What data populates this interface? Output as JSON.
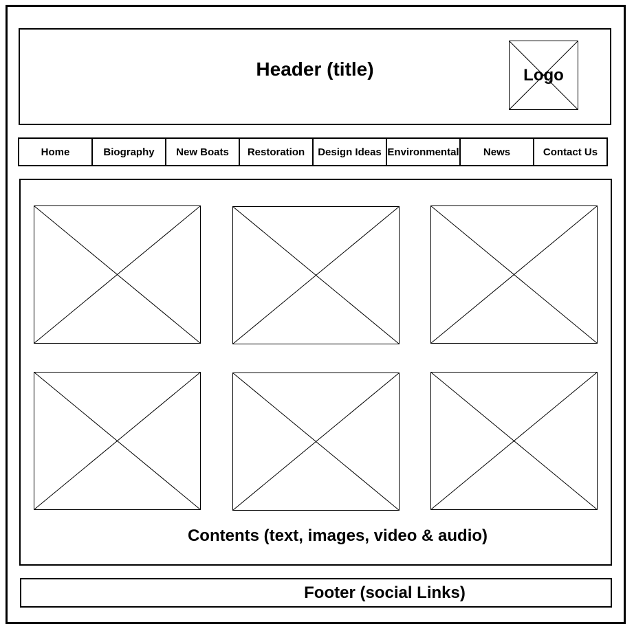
{
  "header": {
    "title": "Header (title)",
    "logo_label": "Logo"
  },
  "nav": {
    "items": [
      {
        "label": "Home"
      },
      {
        "label": "Biography"
      },
      {
        "label": "New Boats"
      },
      {
        "label": "Restoration"
      },
      {
        "label": "Design Ideas"
      },
      {
        "label": "Environmental"
      },
      {
        "label": "News"
      },
      {
        "label": "Contact Us"
      }
    ]
  },
  "content": {
    "label": "Contents (text, images, video & audio)",
    "placeholders": [
      {
        "icon": "image-placeholder-icon"
      },
      {
        "icon": "image-placeholder-icon"
      },
      {
        "icon": "image-placeholder-icon"
      },
      {
        "icon": "image-placeholder-icon"
      },
      {
        "icon": "image-placeholder-icon"
      },
      {
        "icon": "image-placeholder-icon"
      }
    ]
  },
  "footer": {
    "label": "Footer (social Links)"
  }
}
